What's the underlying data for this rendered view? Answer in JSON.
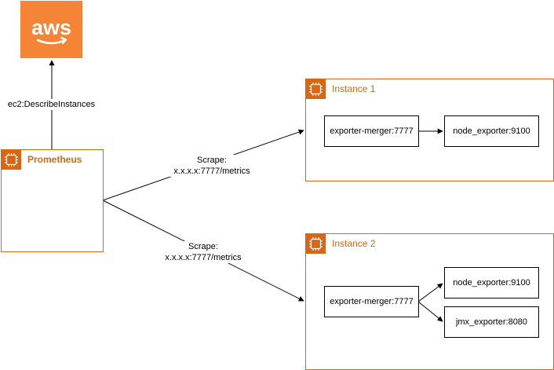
{
  "aws": {
    "logo_text": "aws"
  },
  "prometheus": {
    "label": "Prometheus"
  },
  "edges": {
    "describe": "ec2:DescribeInstances",
    "scrape1_line1": "Scrape:",
    "scrape1_line2": "x.x.x.x:7777/metrics",
    "scrape2_line1": "Scrape:",
    "scrape2_line2": "x.x.x.x:7777/metrics"
  },
  "instance1": {
    "label": "Instance 1",
    "merger": "exporter-merger:7777",
    "node": "node_exporter:9100"
  },
  "instance2": {
    "label": "Instance 2",
    "merger": "exporter-merger:7777",
    "node": "node_exporter:9100",
    "jmx": "jmx_exporter:8080"
  },
  "colors": {
    "aws_orange": "#F58536",
    "group_orange": "#D86613"
  }
}
